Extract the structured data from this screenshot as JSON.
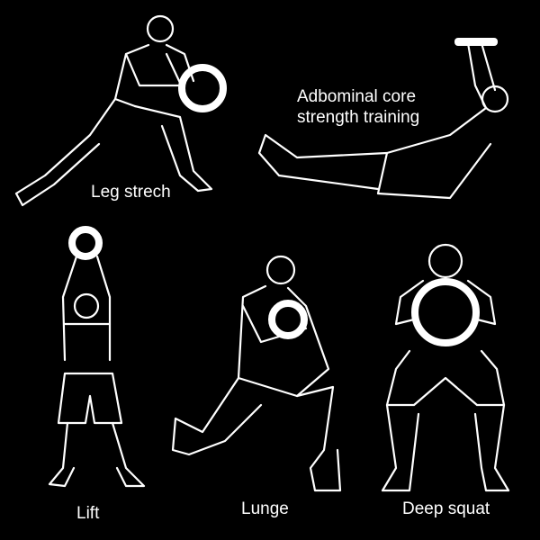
{
  "exercises": [
    {
      "label": "Leg strech"
    },
    {
      "label_line1": "Adbominal core",
      "label_line2": "strength training"
    },
    {
      "label": "Lift"
    },
    {
      "label": "Lunge"
    },
    {
      "label": "Deep squat"
    }
  ],
  "colors": {
    "background": "#000000",
    "line": "#ffffff"
  }
}
